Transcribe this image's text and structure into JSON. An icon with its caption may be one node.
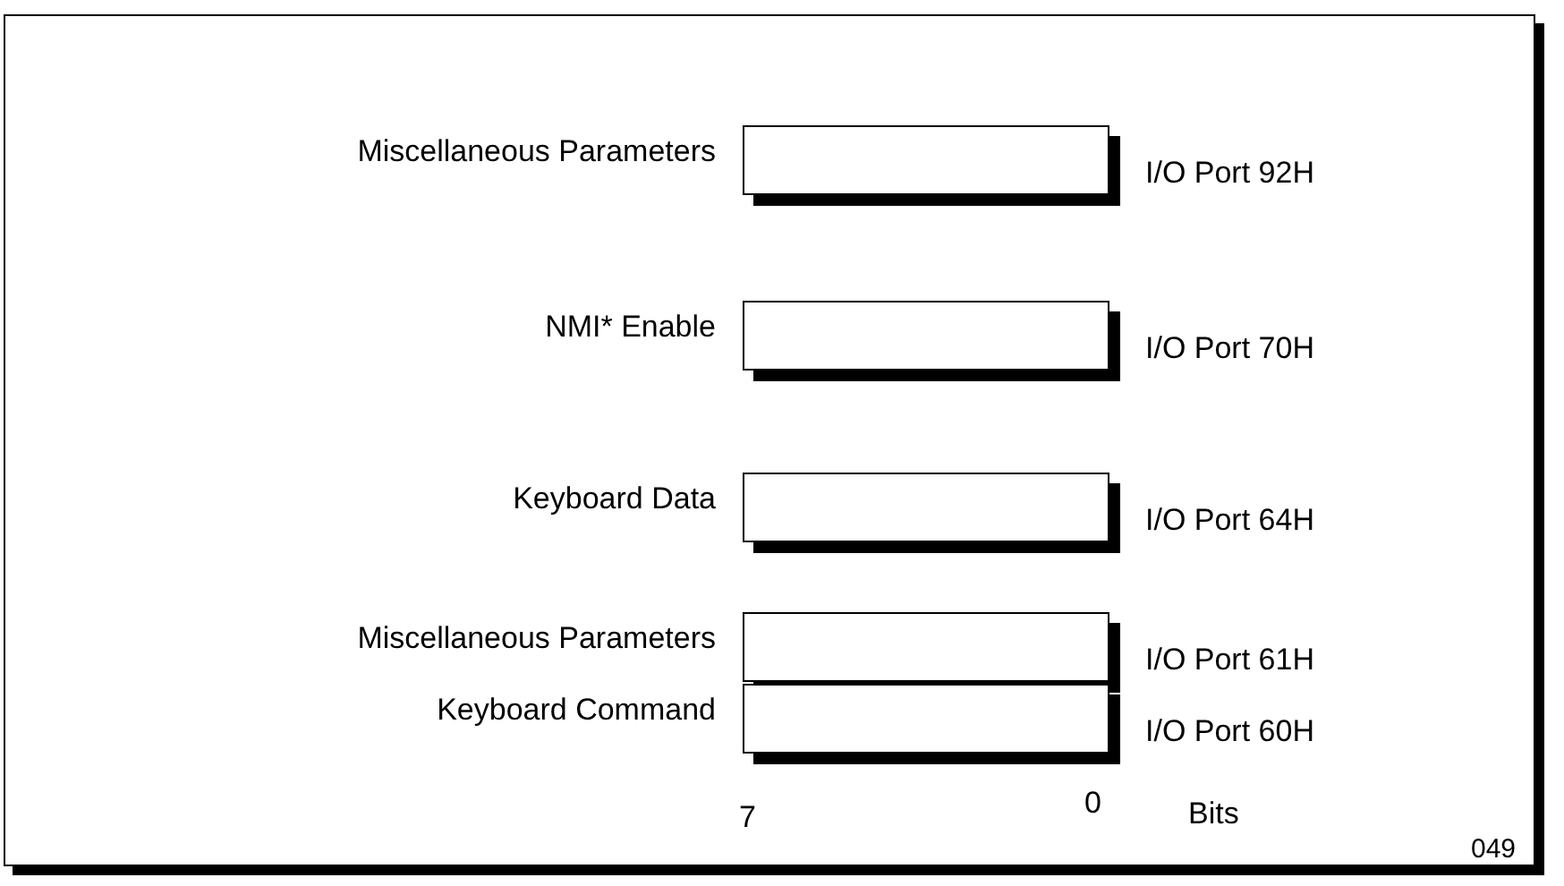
{
  "diagram": {
    "nodes": [
      {
        "text": [],
        "shape": "box",
        "beside": [
          "Miscellaneous Parameters",
          "I/O Port 92H"
        ]
      },
      {
        "text": [],
        "shape": "box",
        "beside": [
          "NMI* Enable",
          "I/O Port 70H"
        ]
      },
      {
        "text": [],
        "shape": "box",
        "beside": [
          "Keyboard Data",
          "I/O Port 64H"
        ]
      },
      {
        "text": [],
        "shape": "box",
        "beside": [
          "Miscellaneous Parameters",
          "I/O Port 61H"
        ]
      },
      {
        "text": [],
        "shape": "box",
        "beside": [
          "Keyboard Command",
          "I/O Port 60H"
        ]
      }
    ],
    "labels": [
      "7",
      "0",
      "Bits",
      "049"
    ]
  }
}
